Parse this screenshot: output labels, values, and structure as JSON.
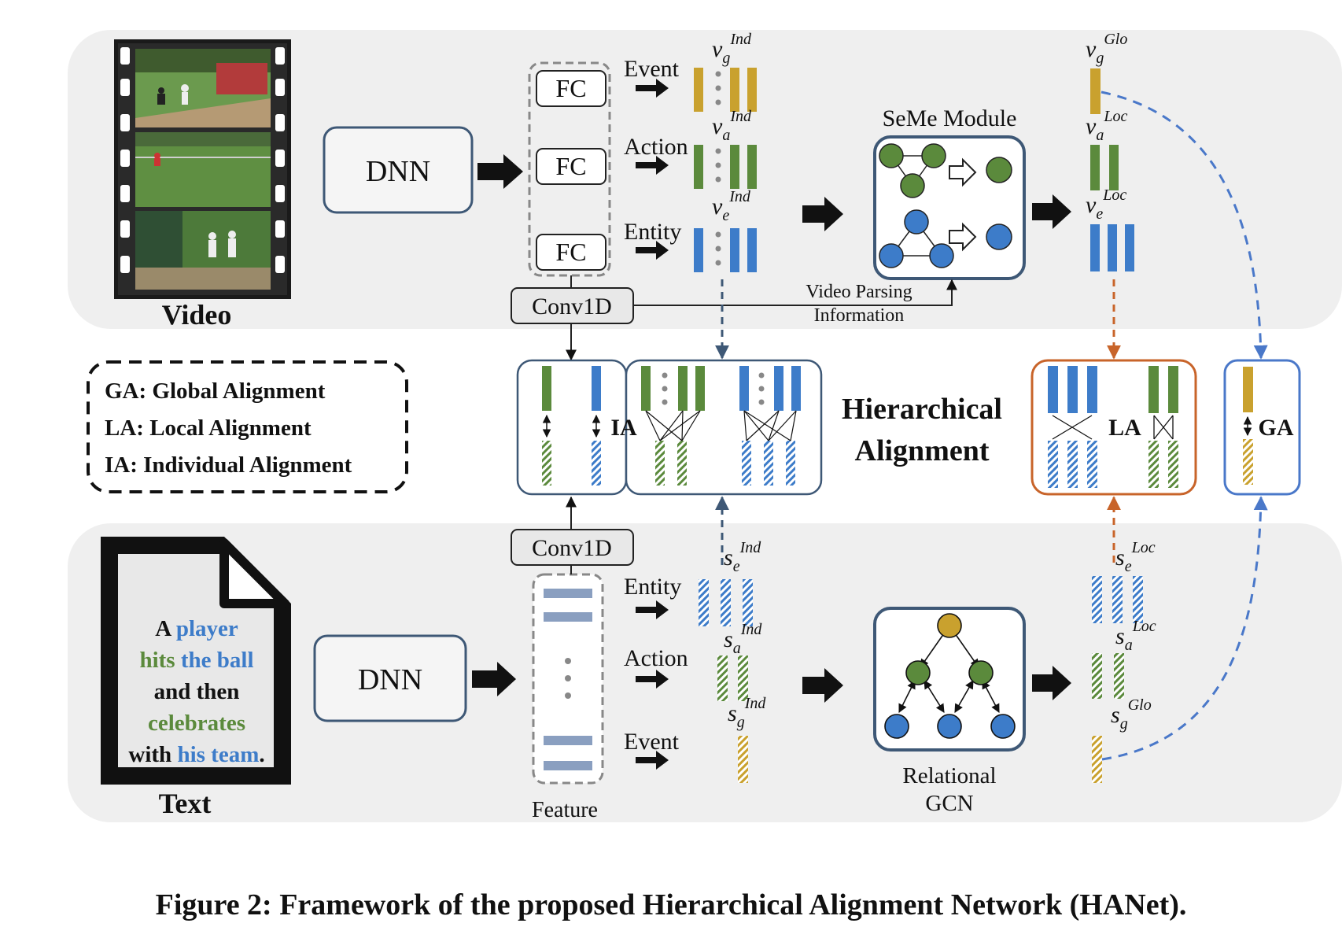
{
  "caption": "Figure 2: Framework of the proposed Hierarchical Alignment Network (HANet).",
  "colors": {
    "event": "#c9a12e",
    "action": "#5b8a3c",
    "entity": "#3d7cc9",
    "panel": "#efefef",
    "la_border": "#c8642a",
    "ga_border": "#4a78c9",
    "dashed_link": "#4a78c9",
    "orange_link": "#c8642a"
  },
  "video": {
    "label": "Video",
    "dnn": "DNN",
    "fc": [
      "FC",
      "FC",
      "FC"
    ],
    "conv": "Conv1D",
    "branches": [
      "Event",
      "Action",
      "Entity"
    ],
    "feat_g": "v",
    "feat_g_sub": "g",
    "feat_g_sup": "Ind",
    "feat_a": "v",
    "feat_a_sub": "a",
    "feat_a_sup": "Ind",
    "feat_e": "v",
    "feat_e_sub": "e",
    "feat_e_sup": "Ind",
    "seme": "SeMe Module",
    "parsing_1": "Video Parsing",
    "parsing_2": "Information",
    "glo": "v",
    "glo_sub": "g",
    "glo_sup": "Glo",
    "loc_a": "v",
    "loc_a_sub": "a",
    "loc_a_sup": "Loc",
    "loc_e": "v",
    "loc_e_sub": "e",
    "loc_e_sup": "Loc"
  },
  "legend": [
    "GA: Global Alignment",
    "LA: Local Alignment",
    "IA: Individual Alignment"
  ],
  "alignment": {
    "title_1": "Hierarchical",
    "title_2": "Alignment",
    "ia": "IA",
    "la": "LA",
    "ga": "GA"
  },
  "text": {
    "label": "Text",
    "dnn": "DNN",
    "conv": "Conv1D",
    "feature": "Feature",
    "branches": [
      "Entity",
      "Action",
      "Event"
    ],
    "sent_1a": "A ",
    "sent_1b": "player",
    "sent_2a": "hits ",
    "sent_2b": "the ball",
    "sent_3": "and then",
    "sent_4": "celebrates",
    "sent_5a": "with ",
    "sent_5b": "his team",
    "sent_5c": ".",
    "feat_e": "s",
    "feat_e_sub": "e",
    "feat_e_sup": "Ind",
    "feat_a": "s",
    "feat_a_sub": "a",
    "feat_a_sup": "Ind",
    "feat_g": "s",
    "feat_g_sub": "g",
    "feat_g_sup": "Ind",
    "gcn_1": "Relational",
    "gcn_2": "GCN",
    "loc_e": "s",
    "loc_e_sub": "e",
    "loc_e_sup": "Loc",
    "loc_a": "s",
    "loc_a_sub": "a",
    "loc_a_sup": "Loc",
    "glo": "s",
    "glo_sub": "g",
    "glo_sup": "Glo"
  }
}
